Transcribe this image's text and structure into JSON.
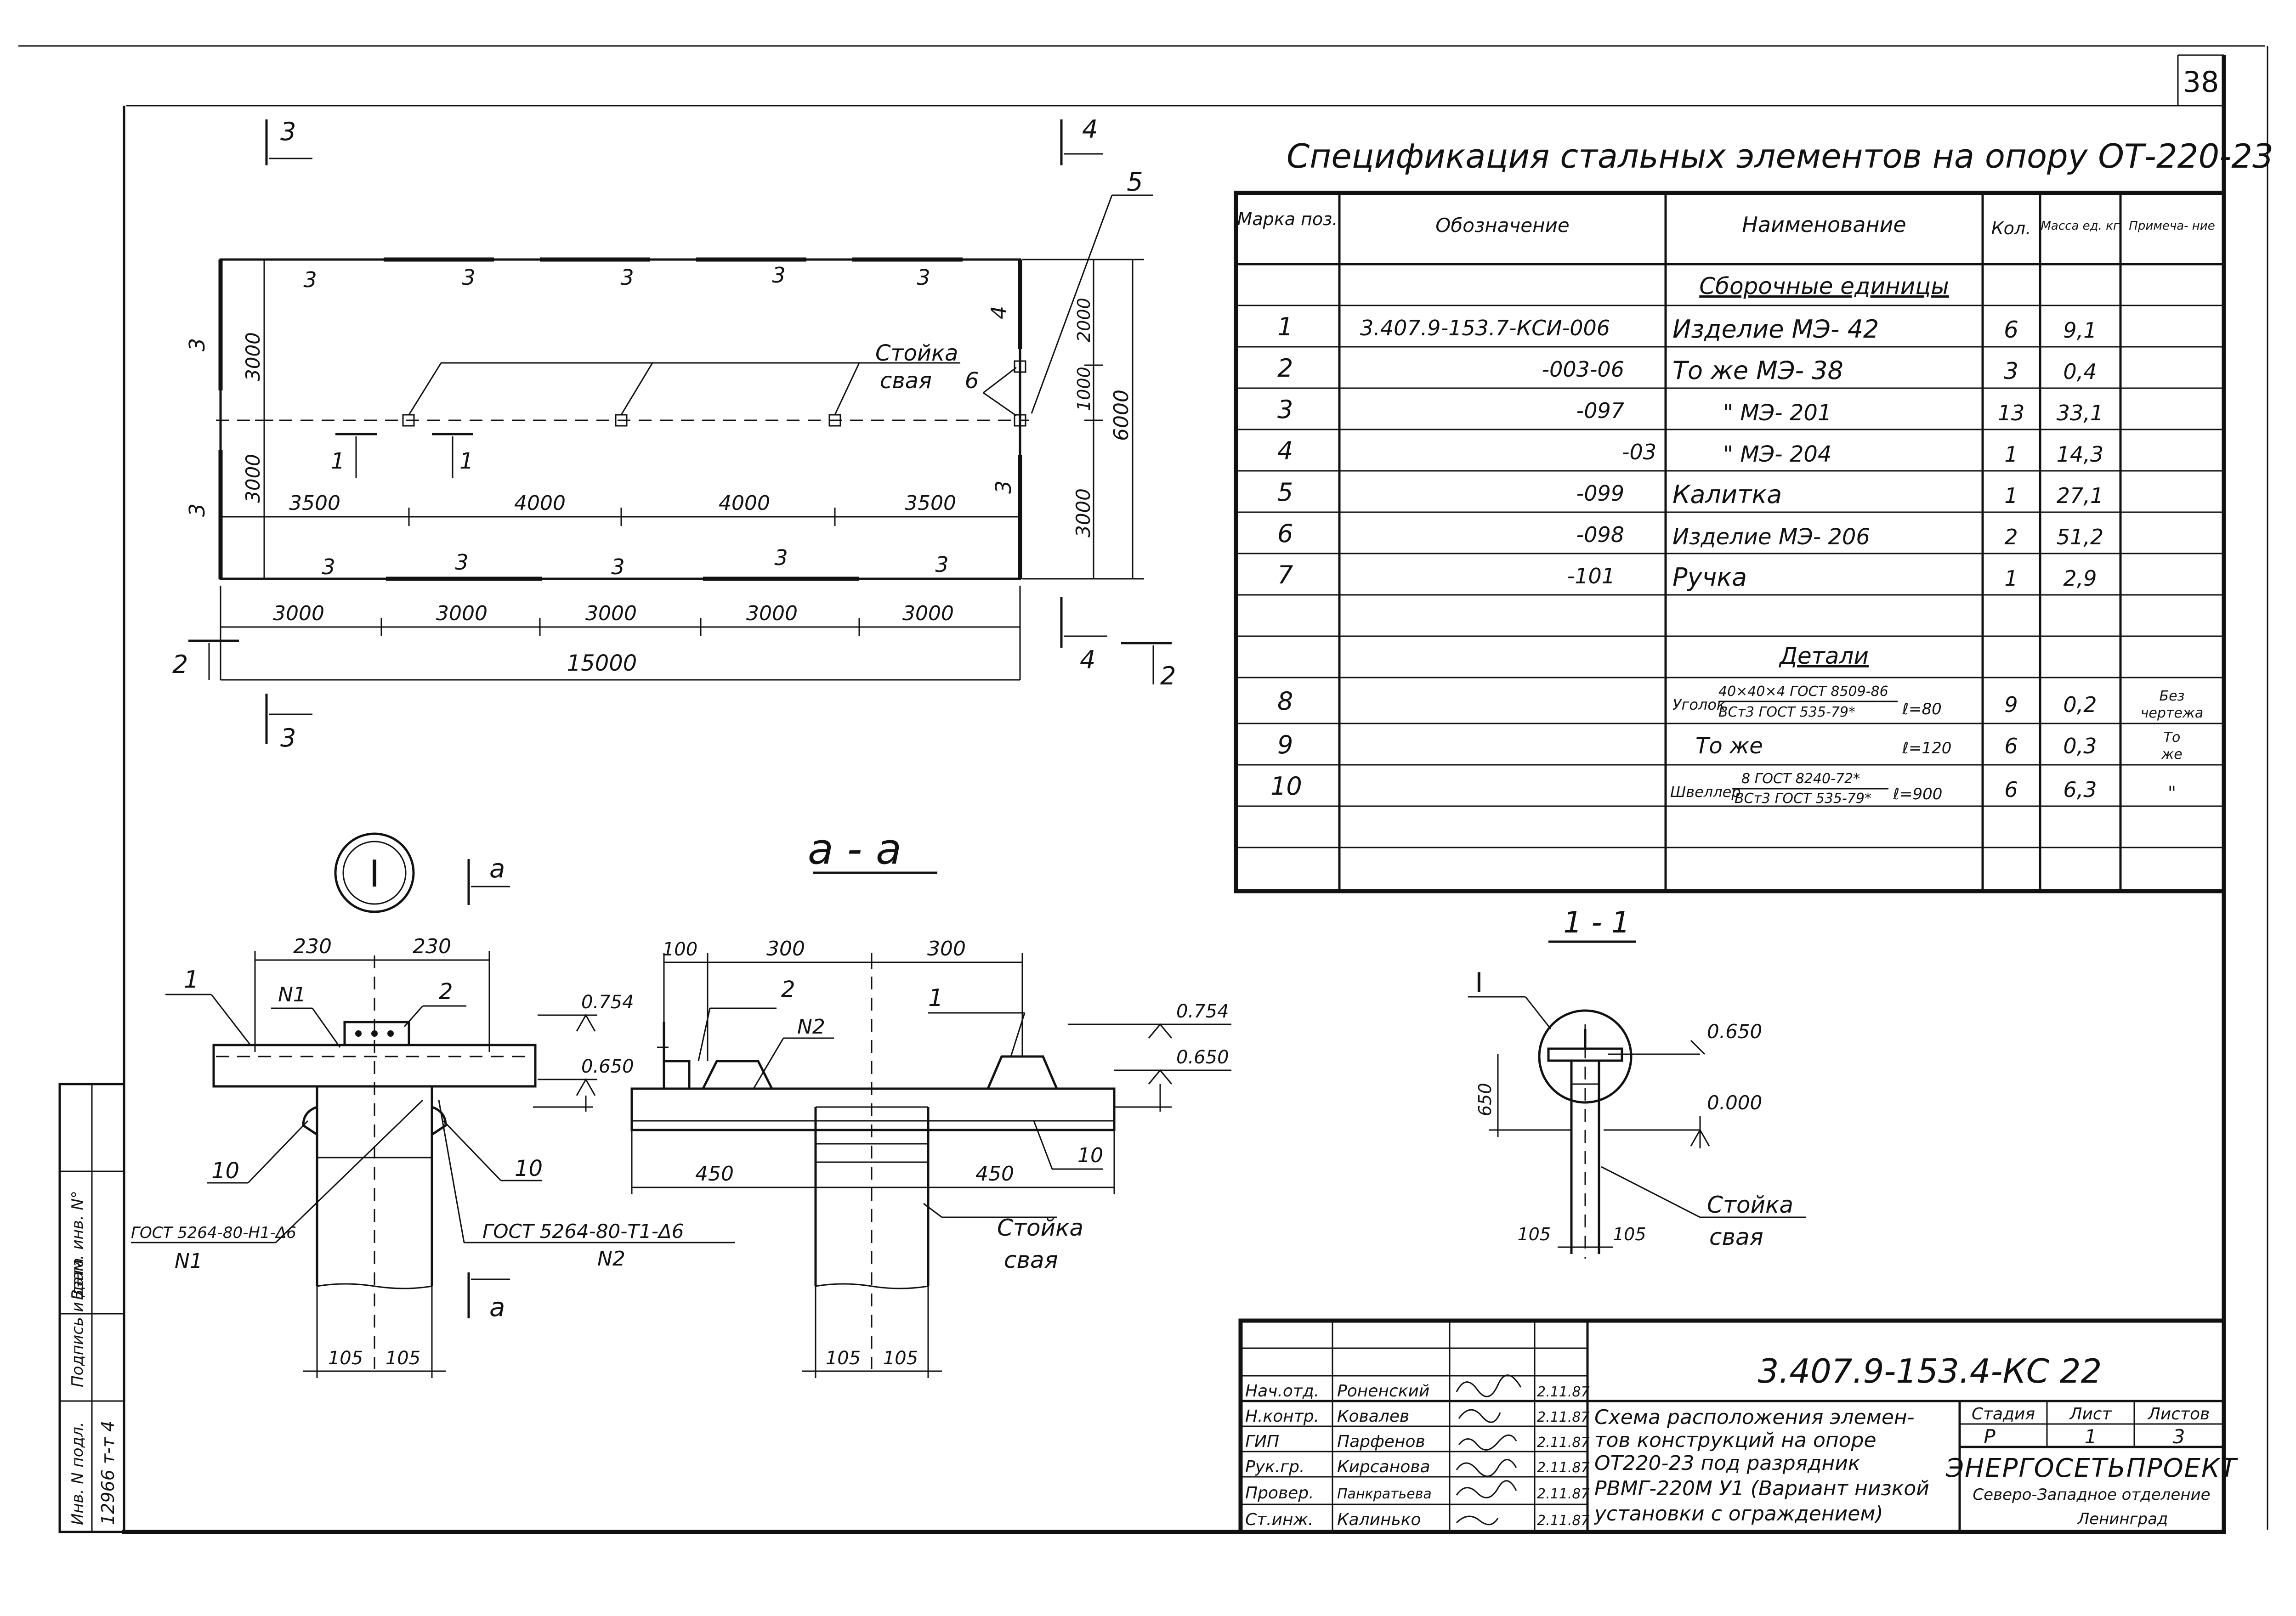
{
  "sheet_number": "38",
  "plan": {
    "section_marks": {
      "s3": "3",
      "s4": "4",
      "s2": "2",
      "s1": "1"
    },
    "callout_5": "5",
    "callout_4": "4",
    "callout_6": "6",
    "top_labels": [
      "3",
      "3",
      "3",
      "3",
      "3"
    ],
    "bottom_labels": [
      "3",
      "3",
      "3",
      "3",
      "3"
    ],
    "left_labels": [
      "3",
      "3"
    ],
    "right_label_bottom": "3",
    "pile_label": "Стойка",
    "pile_label_2": "свая",
    "dims_top_left": "3000",
    "dims_bottom_left": "3000",
    "dims_right": [
      "2000",
      "1000",
      "3000"
    ],
    "dim_total_height": "6000",
    "mid_dims": [
      "3500",
      "4000",
      "4000",
      "3500"
    ],
    "bottom_dims": [
      "3000",
      "3000",
      "3000",
      "3000",
      "3000"
    ],
    "total_length": "15000"
  },
  "spec": {
    "title": "Спецификация стальных элементов на опору ОТ-220-23",
    "headers": {
      "mark": "Марка поз.",
      "designation": "Обозначение",
      "name": "Наименование",
      "qty": "Кол.",
      "mass": "Масса ед. кг",
      "note": "Примеча- ние"
    },
    "group_assemblies": "Сборочные единицы",
    "group_details": "Детали",
    "rows": [
      {
        "mark": "1",
        "designation": "3.407.9-153.7-КСИ-006",
        "name": "Изделие МЭ- 42",
        "qty": "6",
        "mass": "9,1",
        "note": ""
      },
      {
        "mark": "2",
        "designation": "-003-06",
        "name": "То же МЭ- 38",
        "qty": "3",
        "mass": "0,4",
        "note": ""
      },
      {
        "mark": "3",
        "designation": "-097",
        "name": "\"  МЭ- 201",
        "qty": "13",
        "mass": "33,1",
        "note": ""
      },
      {
        "mark": "4",
        "designation": "-03",
        "name": "\"  МЭ- 204",
        "qty": "1",
        "mass": "14,3",
        "note": ""
      },
      {
        "mark": "5",
        "designation": "-099",
        "name": "Калитка",
        "qty": "1",
        "mass": "27,1",
        "note": ""
      },
      {
        "mark": "6",
        "designation": "-098",
        "name": "Изделие МЭ- 206",
        "qty": "2",
        "mass": "51,2",
        "note": ""
      },
      {
        "mark": "7",
        "designation": "-101",
        "name": "Ручка",
        "qty": "1",
        "mass": "2,9",
        "note": ""
      }
    ],
    "details": [
      {
        "mark": "8",
        "name_prefix": "Уголок",
        "name_top": "40×40×4 ГОСТ 8509-86",
        "name_bottom": "ВСт3 ГОСТ 535-79*",
        "length": "ℓ=80",
        "qty": "9",
        "mass": "0,2",
        "note_1": "Без",
        "note_2": "чертежа"
      },
      {
        "mark": "9",
        "name_prefix": "То же",
        "name_top": "",
        "name_bottom": "",
        "length": "ℓ=120",
        "qty": "6",
        "mass": "0,3",
        "note_1": "То",
        "note_2": "же"
      },
      {
        "mark": "10",
        "name_prefix": "Швеллер",
        "name_top": "8 ГОСТ 8240-72*",
        "name_bottom": "ВСт3 ГОСТ 535-79*",
        "length": "ℓ=900",
        "qty": "6",
        "mass": "6,3",
        "note_1": "\"",
        "note_2": ""
      }
    ]
  },
  "node_I": {
    "marker": "I",
    "cut_label": "а",
    "dims_top": [
      "230",
      "230"
    ],
    "weld_label_1": "N1",
    "pos_1": "1",
    "pos_2": "2",
    "pos_10a": "10",
    "pos_10b": "10",
    "level_1": "0.754",
    "level_2": "0.650",
    "weld_1": "ГОСТ 5264-80-Н1-Δ6",
    "weld_1_mark": "N1",
    "weld_2": "ГОСТ 5264-80-Т1-Δ6",
    "weld_2_mark": "N2",
    "dims_bottom": [
      "105",
      "105"
    ]
  },
  "section_aa": {
    "title": "а - а",
    "dims_top": [
      "100",
      "300",
      "300"
    ],
    "pos_2": "2",
    "pos_1": "1",
    "weld_mark": "N2",
    "level_1": "0.754",
    "level_2": "0.650",
    "dims_mid": [
      "450",
      "450"
    ],
    "pos_10": "10",
    "pile_1": "Стойка",
    "pile_2": "свая",
    "dims_bottom": [
      "105",
      "105"
    ]
  },
  "section_11": {
    "title": "1 - 1",
    "marker": "I",
    "level_1": "0.650",
    "level_2": "0.000",
    "dim_height": "650",
    "pile_1": "Стойка",
    "pile_2": "свая",
    "dims_bottom": [
      "105",
      "105"
    ]
  },
  "side_stamp": {
    "labels": [
      "Инв. N подл.",
      "Подпись и дата",
      "Взам. инв. N°"
    ],
    "inv_number": "12966 т-т 4"
  },
  "title_block": {
    "doc_code": "3.407.9-153.4-КС 22",
    "people": [
      {
        "role": "Нач.отд.",
        "name": "Роненский",
        "date": "2.11.87"
      },
      {
        "role": "Н.контр.",
        "name": "Ковалев",
        "date": "2.11.87"
      },
      {
        "role": "ГИП",
        "name": "Парфенов",
        "date": "2.11.87"
      },
      {
        "role": "Рук.гр.",
        "name": "Кирсанова",
        "date": "2.11.87"
      },
      {
        "role": "Провер.",
        "name": "Панкратьева",
        "date": "2.11.87"
      },
      {
        "role": "Ст.инж.",
        "name": "Калинько",
        "date": "2.11.87"
      }
    ],
    "description": [
      "Схема расположения элемен-",
      "тов конструкций на опоре",
      "ОТ220-23 под разрядник",
      "РВМГ-220М У1 (Вариант низкой",
      "установки с ограждением)"
    ],
    "stage_label": "Стадия",
    "sheet_label": "Лист",
    "sheets_label": "Листов",
    "stage": "Р",
    "sheet": "1",
    "sheets": "3",
    "org": "ЭНЕРГОСЕТЬПРОЕКТ",
    "org_sub": "Северо-Западное отделение",
    "city": "Ленинград"
  }
}
